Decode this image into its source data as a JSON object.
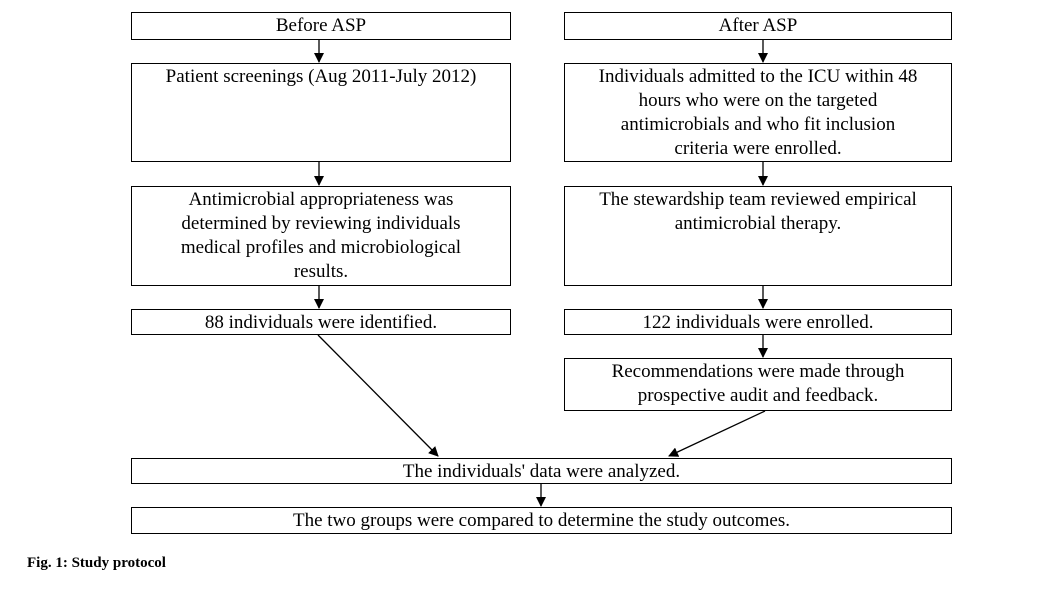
{
  "flowchart": {
    "before_header": "Before ASP",
    "after_header": "After ASP",
    "before_steps": [
      "Patient screenings (Aug 2011-July 2012)",
      "Antimicrobial appropriateness was\ndetermined by reviewing individuals\nmedical profiles and microbiological\nresults.",
      "88 individuals were identified."
    ],
    "after_steps": [
      "Individuals admitted to the ICU within 48\nhours who were on the targeted\nantimicrobials and who fit inclusion\ncriteria were enrolled.",
      "The stewardship team reviewed empirical\nantimicrobial therapy.",
      "122 individuals were enrolled.",
      "Recommendations were made through\nprospective audit and feedback."
    ],
    "merge_step": "The individuals' data were analyzed.",
    "final_step": "The two groups were compared to determine the study outcomes."
  },
  "caption": "Fig. 1: Study protocol"
}
